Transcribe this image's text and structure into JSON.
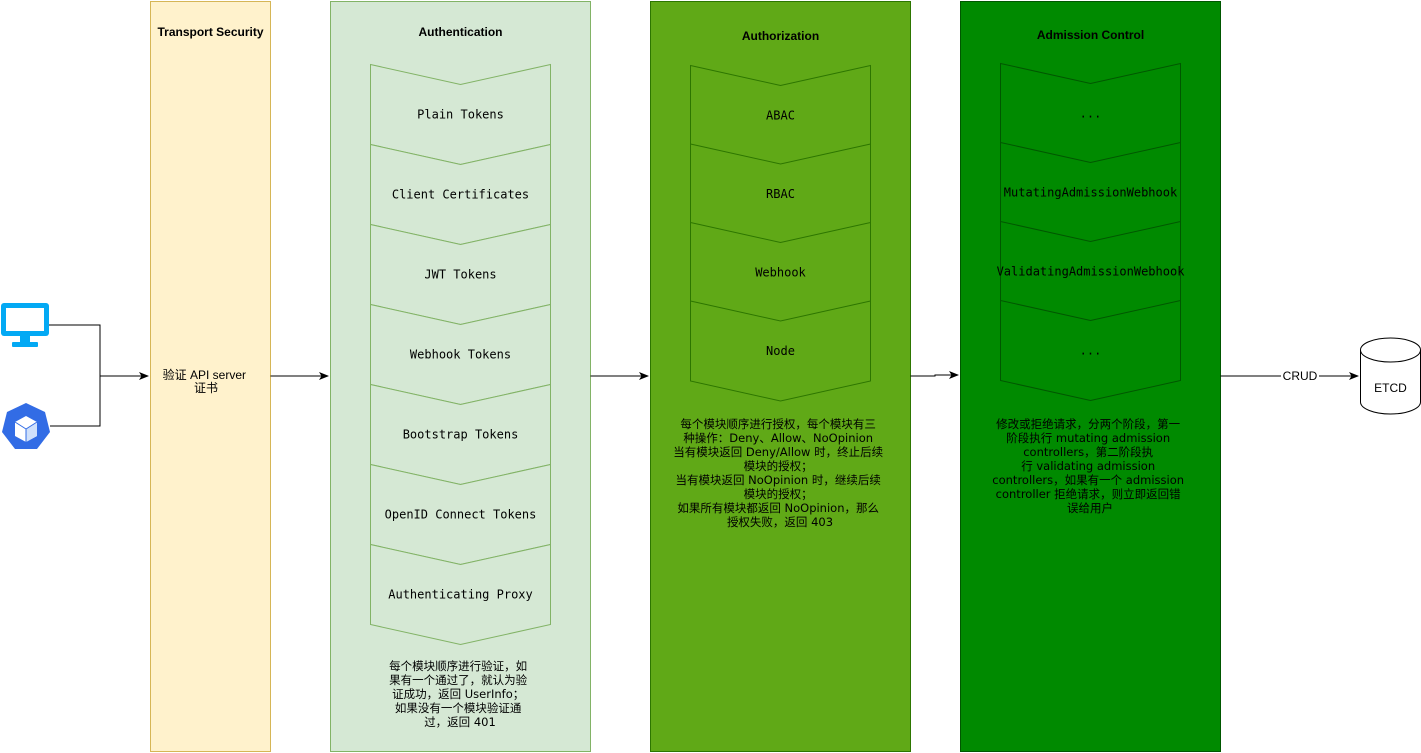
{
  "client": {
    "monitor_icon": "monitor-icon",
    "kubernetes_icon": "kubernetes-icon",
    "icon_color": "#03a9f4",
    "kube_color": "#326ce5"
  },
  "transport": {
    "title": "Transport Security",
    "body_lines": [
      "验证 API server",
      "证书"
    ],
    "fill": "#fff2cc",
    "stroke": "#d6b656"
  },
  "authentication": {
    "title": "Authentication",
    "fill": "#d5e8d4",
    "stroke": "#82b366",
    "steps": [
      "Plain Tokens",
      "Client Certificates",
      "JWT Tokens",
      "Webhook Tokens",
      "Bootstrap Tokens",
      "OpenID Connect Tokens",
      "Authenticating Proxy"
    ],
    "note_lines": [
      "每个模块顺序进行验证，如",
      "果有一个通过了，就认为验",
      "证成功，返回 UserInfo；",
      "如果没有一个模块验证通",
      "过，返回 401"
    ]
  },
  "authorization": {
    "title": "Authorization",
    "fill": "#60a917",
    "stroke": "#2d7600",
    "steps": [
      "ABAC",
      "RBAC",
      "Webhook",
      "Node"
    ],
    "note_lines": [
      "每个模块顺序进行授权，每个模块有三",
      "种操作：Deny、Allow、NoOpinion",
      "当有模块返回 Deny/Allow 时，终止后续",
      "模块的授权；",
      "当有模块返回 NoOpinion 时，继续后续",
      "模块的授权；",
      "如果所有模块都返回 NoOpinion，那么",
      "授权失败，返回 403"
    ]
  },
  "admission": {
    "title": "Admission Control",
    "fill": "#008a00",
    "stroke": "#005700",
    "steps": [
      "...",
      "MutatingAdmissionWebhook",
      "ValidatingAdmissionWebhook",
      "..."
    ],
    "note_lines": [
      "修改或拒绝请求，分两个阶段，第一",
      "阶段执行  mutating admission",
      "controllers，第二阶段执",
      "行 validating admission",
      "controllers，如果有一个 admission",
      "controller 拒绝请求，则立即返回错",
      "误给用户"
    ]
  },
  "crud_label": "CRUD",
  "etcd_label": "ETCD"
}
